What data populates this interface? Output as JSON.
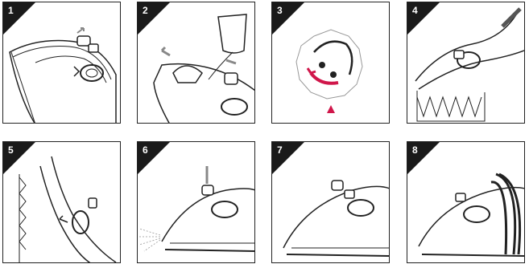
{
  "steps": [
    {
      "number": "1",
      "icon": "iron-arrow-press-button"
    },
    {
      "number": "2",
      "icon": "iron-fill-water-cup"
    },
    {
      "number": "3",
      "icon": "temperature-dial"
    },
    {
      "number": "4",
      "icon": "iron-upright-heel-rest"
    },
    {
      "number": "5",
      "icon": "iron-vertical-steam"
    },
    {
      "number": "6",
      "icon": "iron-spray-button"
    },
    {
      "number": "7",
      "icon": "iron-standby"
    },
    {
      "number": "8",
      "icon": "iron-cord-wrap"
    }
  ],
  "accent_color": "#d0164a"
}
